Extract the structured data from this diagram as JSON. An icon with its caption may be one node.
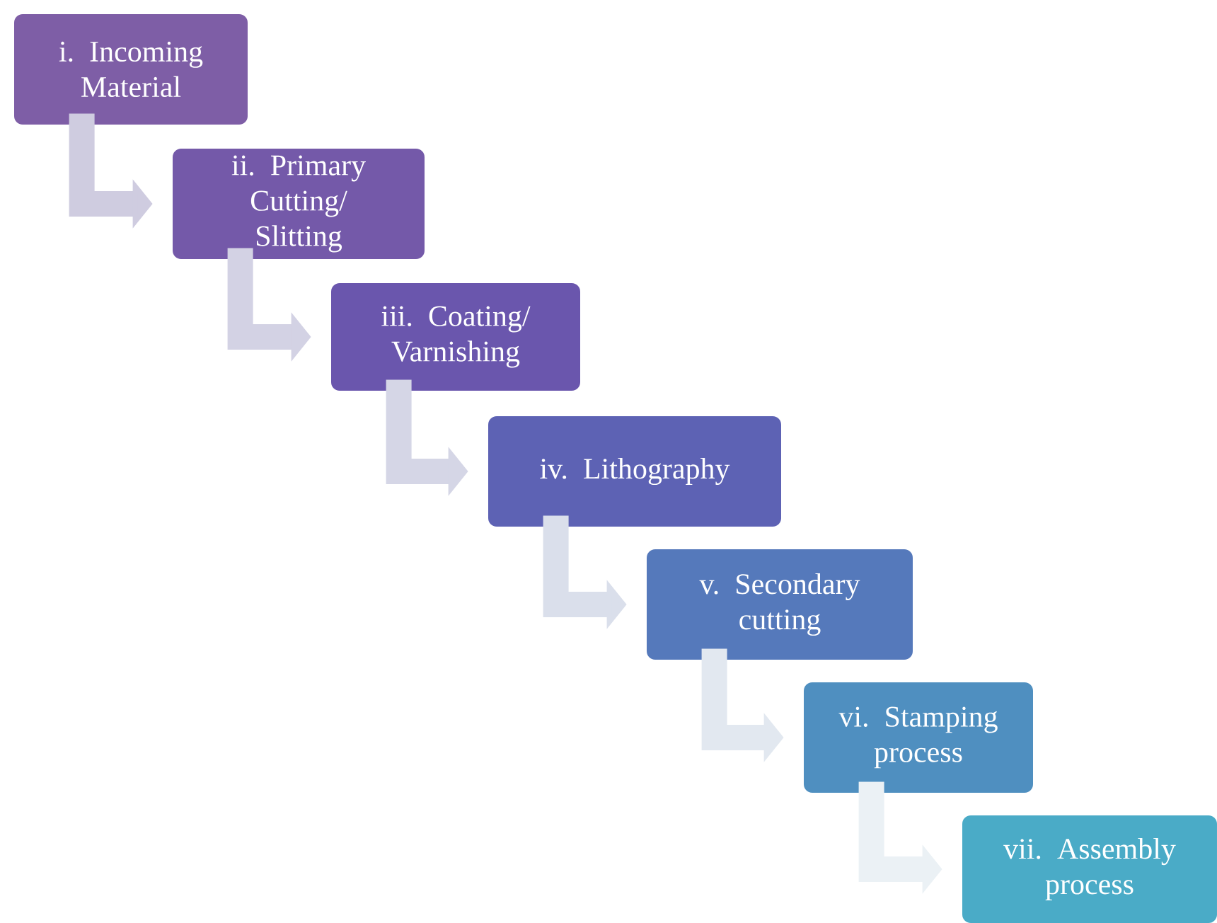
{
  "diagram": {
    "nodes": [
      {
        "text": [
          "i. Incoming Material"
        ]
      },
      {
        "text": [
          "ii. Primary Cutting/ Slitting"
        ]
      },
      {
        "text": [
          "iii. Coating/ Varnishing"
        ]
      },
      {
        "text": [
          "iv. Lithography"
        ]
      },
      {
        "text": [
          "v. Secondary cutting"
        ]
      },
      {
        "text": [
          "vi. Stamping process"
        ]
      },
      {
        "text": [
          "vii. Assembly process"
        ]
      }
    ],
    "edges": [
      {
        "from": 0,
        "to": 1,
        "arrow": "to"
      },
      {
        "from": 1,
        "to": 2,
        "arrow": "to"
      },
      {
        "from": 2,
        "to": 3,
        "arrow": "to"
      },
      {
        "from": 3,
        "to": 4,
        "arrow": "to"
      },
      {
        "from": 4,
        "to": 5,
        "arrow": "to"
      },
      {
        "from": 5,
        "to": 6,
        "arrow": "to"
      }
    ]
  }
}
